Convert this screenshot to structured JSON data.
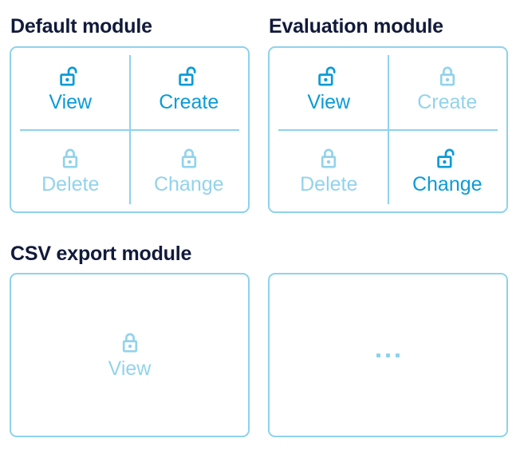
{
  "page": {
    "colors": {
      "heading": "#111a3a",
      "enabled": "#0b9bd7",
      "disabled": "#92d3ec",
      "panel_border": "#8ed2ec",
      "background": "#ffffff"
    }
  },
  "modules": [
    {
      "id": "default",
      "title": "Default module",
      "layout": "quadrants",
      "permissions": [
        {
          "label": "View",
          "state": "enabled",
          "icon": "unlocked-padlock-icon",
          "position": "top-left"
        },
        {
          "label": "Create",
          "state": "enabled",
          "icon": "unlocked-padlock-icon",
          "position": "top-right"
        },
        {
          "label": "Delete",
          "state": "disabled",
          "icon": "locked-padlock-icon",
          "position": "bottom-left"
        },
        {
          "label": "Change",
          "state": "disabled",
          "icon": "locked-padlock-icon",
          "position": "bottom-right"
        }
      ]
    },
    {
      "id": "evaluation",
      "title": "Evaluation module",
      "layout": "quadrants",
      "permissions": [
        {
          "label": "View",
          "state": "enabled",
          "icon": "unlocked-padlock-icon",
          "position": "top-left"
        },
        {
          "label": "Create",
          "state": "disabled",
          "icon": "locked-padlock-icon",
          "position": "top-right"
        },
        {
          "label": "Delete",
          "state": "disabled",
          "icon": "locked-padlock-icon",
          "position": "bottom-left"
        },
        {
          "label": "Change",
          "state": "enabled",
          "icon": "unlocked-padlock-icon",
          "position": "bottom-right"
        }
      ]
    },
    {
      "id": "csv",
      "title": "CSV export module",
      "layout": "single",
      "permissions": [
        {
          "label": "View",
          "state": "disabled",
          "icon": "locked-padlock-icon",
          "position": "center"
        }
      ]
    },
    {
      "id": "more",
      "title": "",
      "layout": "placeholder",
      "placeholder_label": "…",
      "placeholder_dots": 3
    }
  ]
}
